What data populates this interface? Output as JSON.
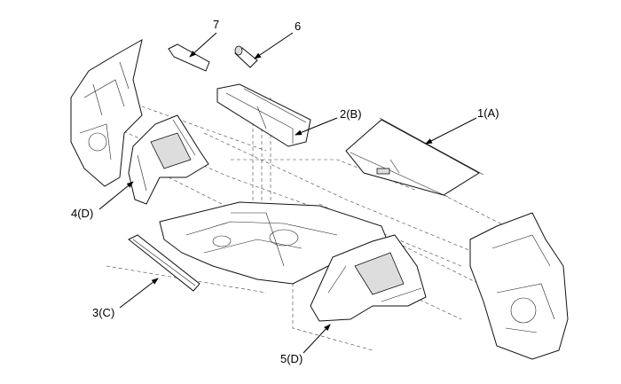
{
  "diagram": {
    "callouts": [
      {
        "id": "7",
        "label": "7"
      },
      {
        "id": "6",
        "label": "6"
      },
      {
        "id": "2",
        "label": "2(B)"
      },
      {
        "id": "1",
        "label": "1(A)"
      },
      {
        "id": "4",
        "label": "4(D)"
      },
      {
        "id": "3",
        "label": "3(C)"
      },
      {
        "id": "5",
        "label": "5(D)"
      }
    ]
  }
}
